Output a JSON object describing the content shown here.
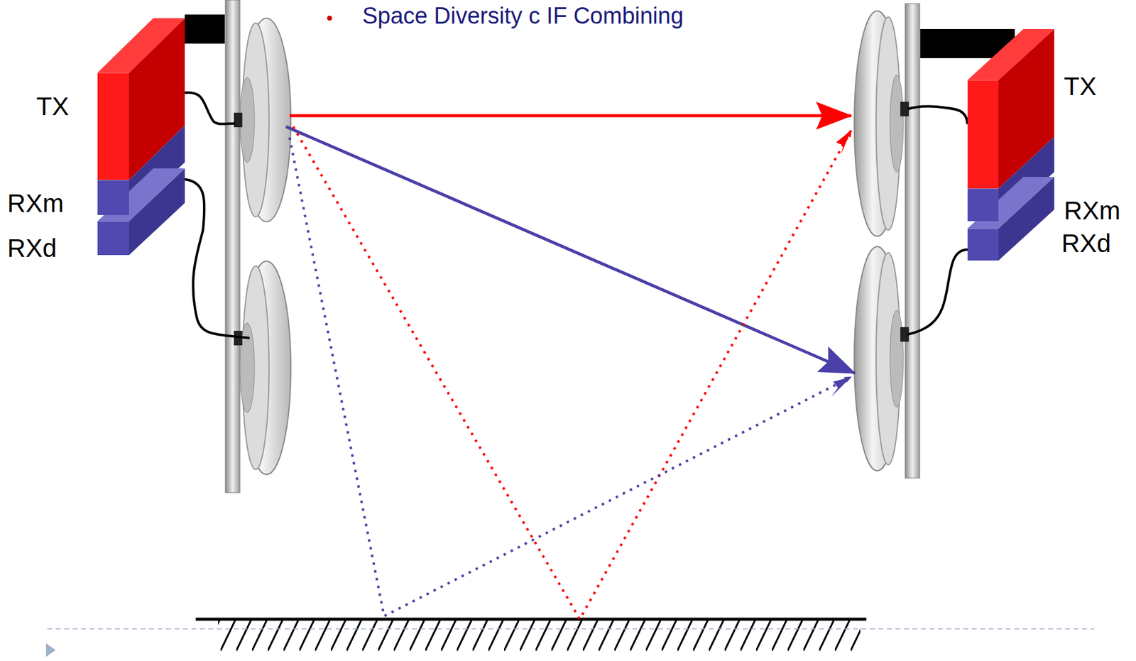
{
  "diagram": {
    "title": "Space Diversity c IF Combining",
    "nodes": [
      {
        "text": [
          "TX"
        ]
      },
      {
        "text": [
          "RXm"
        ]
      },
      {
        "text": [
          "RXd"
        ]
      },
      {
        "text": [
          "TX"
        ]
      },
      {
        "text": [
          "RXm"
        ]
      },
      {
        "text": [
          "RXd"
        ]
      }
    ]
  }
}
